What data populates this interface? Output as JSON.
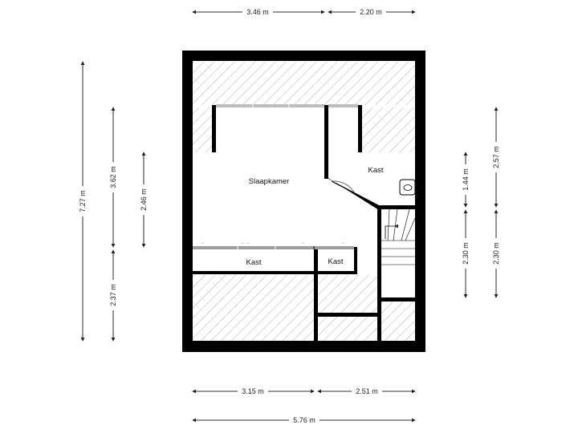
{
  "rooms": {
    "bedroom": "Slaapkamer",
    "closet_right": "Kast",
    "closet_bottom_left": "Kast",
    "closet_bottom_mid": "Kast"
  },
  "dimensions": {
    "top_left": "3.46 m",
    "top_right": "2.20 m",
    "bottom_left": "3.15 m",
    "bottom_right": "2.51 m",
    "bottom_total": "5.76 m",
    "left_total": "7.27 m",
    "left_upper": "3.62 m",
    "left_bedroom": "2.46 m",
    "left_lower": "2.37 m",
    "right_total_upper": "2.57 m",
    "right_closet": "1.44 m",
    "right_stairs": "2.30 m",
    "right_stairs_outer": "2.30 m"
  },
  "colors": {
    "wall": "#000000",
    "hatch": "#9a9a9a",
    "window": "#bdbdbd",
    "dimension_line": "#222222"
  }
}
